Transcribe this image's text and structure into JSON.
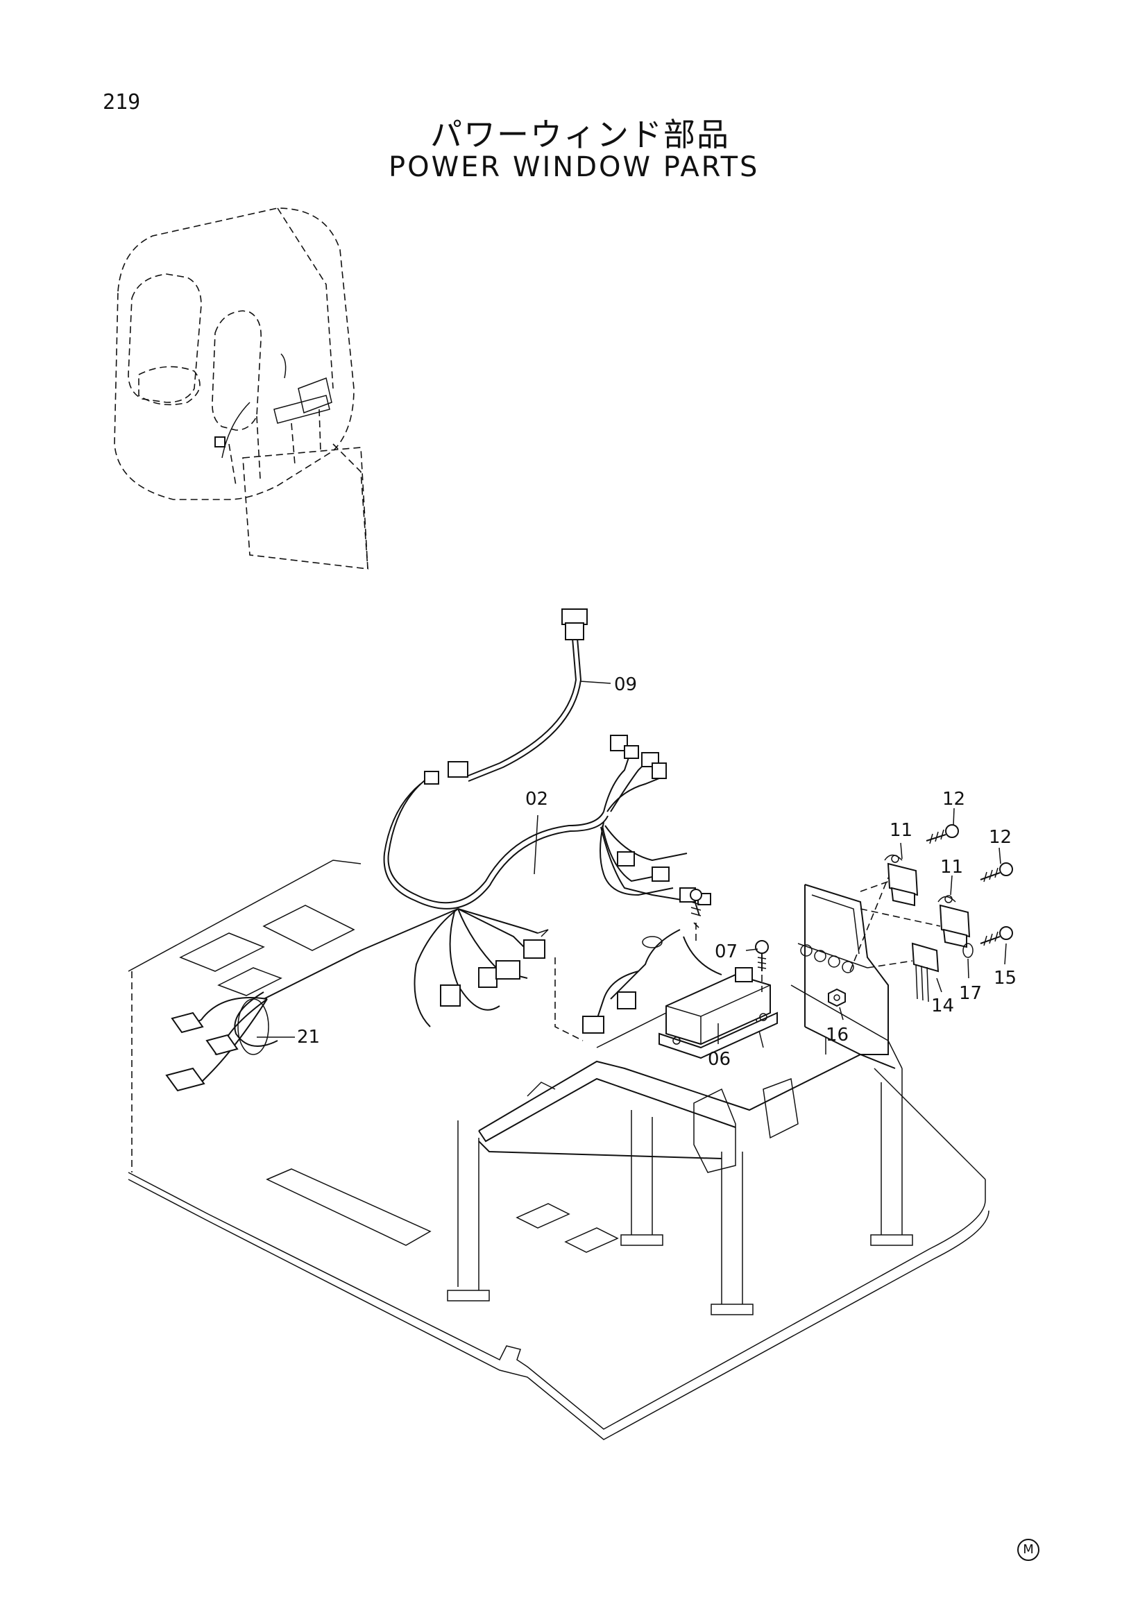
{
  "page": {
    "number": "219"
  },
  "title": {
    "jp": "パワーウィンド部品",
    "en": "POWER WINDOW PARTS"
  },
  "callouts": [
    {
      "id": "09",
      "label": "09"
    },
    {
      "id": "02",
      "label": "02"
    },
    {
      "id": "21",
      "label": "21"
    },
    {
      "id": "07",
      "label": "07"
    },
    {
      "id": "06",
      "label": "06"
    },
    {
      "id": "11a",
      "label": "11"
    },
    {
      "id": "11b",
      "label": "11"
    },
    {
      "id": "12a",
      "label": "12"
    },
    {
      "id": "12b",
      "label": "12"
    },
    {
      "id": "14",
      "label": "14"
    },
    {
      "id": "15",
      "label": "15"
    },
    {
      "id": "16",
      "label": "16"
    },
    {
      "id": "17",
      "label": "17"
    }
  ],
  "corner_mark": "M"
}
